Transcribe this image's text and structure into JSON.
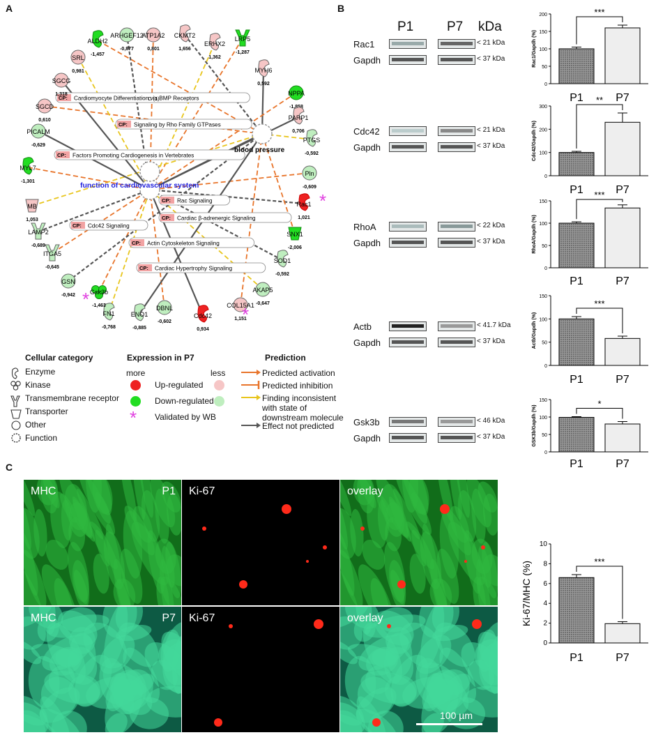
{
  "panels": {
    "a": "A",
    "b": "B",
    "c": "C"
  },
  "network": {
    "center_label": "function of cardiovascular system",
    "bp_label": "blood pressure",
    "c1_label": "C (1)",
    "nodes": [
      {
        "name": "ATP1A2",
        "value": "0,801"
      },
      {
        "name": "CKMT2",
        "value": "1,656"
      },
      {
        "name": "ERHX2",
        "value": "1,362"
      },
      {
        "name": "LRP5",
        "value": "-1,287"
      },
      {
        "name": "MYH6",
        "value": "0,592"
      },
      {
        "name": "NPPA",
        "value": "-1,858"
      },
      {
        "name": "PARP1",
        "value": "0,706"
      },
      {
        "name": "PTGS",
        "value": "-0,592"
      },
      {
        "name": "Pln",
        "value": "-0,609"
      },
      {
        "name": "Rac1",
        "value": "1,021"
      },
      {
        "name": "SNX1",
        "value": "-2,006"
      },
      {
        "name": "SOD1",
        "value": "-0,592"
      },
      {
        "name": "AKAP5",
        "value": "-0,647"
      },
      {
        "name": "COL15A1",
        "value": "1,151"
      },
      {
        "name": "Cdc42",
        "value": "0,934"
      },
      {
        "name": "DBNL",
        "value": "-0,602"
      },
      {
        "name": "ENO1",
        "value": "-0,885"
      },
      {
        "name": "FN1",
        "value": "-0,768"
      },
      {
        "name": "Gsk3b",
        "value": "-1,463"
      },
      {
        "name": "GSN",
        "value": "-0,942"
      },
      {
        "name": "ITGA5",
        "value": "-0,645"
      },
      {
        "name": "LAMP2",
        "value": "-0,689"
      },
      {
        "name": "MB",
        "value": "1,053"
      },
      {
        "name": "MYL7",
        "value": "-1,301"
      },
      {
        "name": "PICALM",
        "value": "-0,629"
      },
      {
        "name": "SGCD",
        "value": "0,610"
      },
      {
        "name": "SGCG",
        "value": "1,318"
      },
      {
        "name": "SRL",
        "value": "0,981"
      },
      {
        "name": "ALDH2",
        "value": "-1,457"
      },
      {
        "name": "ARHGEF12",
        "value": "-0,877"
      }
    ],
    "pathways": [
      "Cardiomyocyte Differentiation via BMP Receptors",
      "Signaling by Rho Family GTPases",
      "Factors Promoting Cardiogenesis in Vertebrates",
      "Rac Signaling",
      "Cardiac β-adrenergic Signaling",
      "Cdc42 Signaling",
      "Actin Cytoskeleton Signaling",
      "Cardiac Hypertrophy Signaling"
    ],
    "cp_tag": "CP:"
  },
  "legend": {
    "cellular_title": "Cellular category",
    "cellular": [
      "Enzyme",
      "Kinase",
      "Transmembrane receptor",
      "Transporter",
      "Other",
      "Function"
    ],
    "expression_title": "Expression in P7",
    "more": "more",
    "less": "less",
    "up": "Up-regulated",
    "down": "Down-regulated",
    "validated": "Validated by WB",
    "prediction_title": "Prediction",
    "predictions": [
      "Predicted activation",
      "Predicted inhibition",
      "Finding inconsistent",
      "with state of",
      "downstream molecule",
      "Effect not predicted"
    ],
    "colors": {
      "activation": "#e8742a",
      "inhibition": "#e8742a",
      "inconsistent": "#e8c51c",
      "not_predicted": "#555555",
      "up": "#ee2222",
      "down": "#22dd22",
      "up_light": "#f6c6c6",
      "down_light": "#bfeebf",
      "star": "#e040e0"
    }
  },
  "western": {
    "headers": {
      "p1": "P1",
      "p7": "P7",
      "kda": "kDa"
    },
    "blots": [
      {
        "protein": "Rac1",
        "size": "< 21 kDa",
        "loading": "Gapdh",
        "loading_size": "< 37 kDa"
      },
      {
        "protein": "Cdc42",
        "size": "< 21 kDa",
        "loading": "Gapdh",
        "loading_size": "< 37 kDa"
      },
      {
        "protein": "RhoA",
        "size": "< 22 kDa",
        "loading": "Gapdh",
        "loading_size": "< 37 kDa"
      },
      {
        "protein": "Actb",
        "size": "< 41.7 kDa",
        "loading": "Gapdh",
        "loading_size": "< 37 kDa"
      },
      {
        "protein": "Gsk3b",
        "size": "< 46 kDa",
        "loading": "Gapdh",
        "loading_size": "< 37 kDa"
      }
    ]
  },
  "chart_data": [
    {
      "type": "bar",
      "categories": [
        "P1",
        "P7"
      ],
      "values": [
        100,
        160
      ],
      "errors": [
        5,
        8
      ],
      "ylabel": "Rac1/Gapdh (%)",
      "ylim": [
        0,
        200
      ],
      "yticks": [
        "0",
        "50",
        "100",
        "150",
        "200"
      ],
      "significance": "***"
    },
    {
      "type": "bar",
      "categories": [
        "P1",
        "P7"
      ],
      "values": [
        100,
        230
      ],
      "errors": [
        5,
        40
      ],
      "ylabel": "Cdc42/Gapdh (%)",
      "ylim": [
        0,
        300
      ],
      "yticks": [
        "0",
        "100",
        "200",
        "300"
      ],
      "significance": "**"
    },
    {
      "type": "bar",
      "categories": [
        "P1",
        "P7"
      ],
      "values": [
        100,
        134
      ],
      "errors": [
        3,
        7
      ],
      "ylabel": "RhoA/Gapdh (%)",
      "ylim": [
        0,
        150
      ],
      "yticks": [
        "0",
        "50",
        "100",
        "150"
      ],
      "significance": "***"
    },
    {
      "type": "bar",
      "categories": [
        "P1",
        "P7"
      ],
      "values": [
        100,
        58
      ],
      "errors": [
        5,
        5
      ],
      "ylabel": "Actb/Gapdh (%)",
      "ylim": [
        0,
        150
      ],
      "yticks": [
        "0",
        "50",
        "100",
        "150"
      ],
      "significance": "***"
    },
    {
      "type": "bar",
      "categories": [
        "P1",
        "P7"
      ],
      "values": [
        99,
        80
      ],
      "errors": [
        2,
        7
      ],
      "ylabel": "GSK3b/Gapdh (%)",
      "ylim": [
        0,
        150
      ],
      "yticks": [
        "0",
        "50",
        "100",
        "150"
      ],
      "significance": "*"
    },
    {
      "type": "bar",
      "categories": [
        "P1",
        "P7"
      ],
      "values": [
        6.6,
        1.95
      ],
      "errors": [
        0.3,
        0.2
      ],
      "ylabel": "Ki-67/MHC (%)",
      "ylim": [
        0,
        10
      ],
      "yticks": [
        "0",
        "2",
        "4",
        "6",
        "8",
        "10"
      ],
      "significance": "***"
    }
  ],
  "microscopy": {
    "labels": [
      [
        "MHC",
        "Ki-67",
        "overlay"
      ],
      [
        "MHC",
        "Ki-67",
        "overlay"
      ]
    ],
    "row_tags": [
      "P1",
      "P7"
    ],
    "scale_bar": "100 µm"
  }
}
